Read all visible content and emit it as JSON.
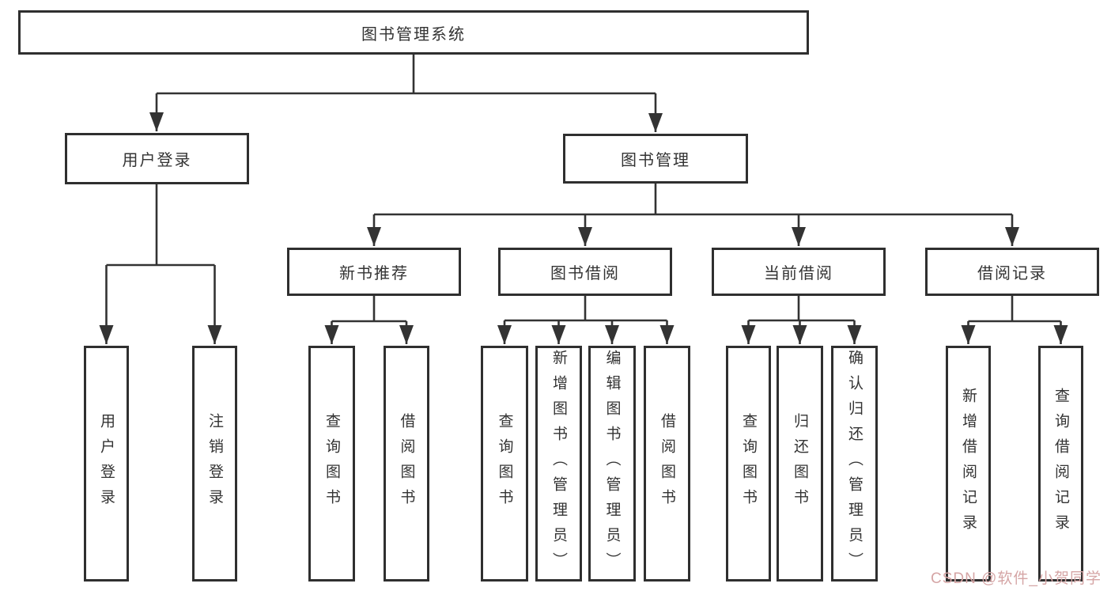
{
  "nodes": {
    "root": "图书管理系统",
    "user_login": "用户登录",
    "book_mgmt": "图书管理",
    "new_book_rec": "新书推荐",
    "book_borrow": "图书借阅",
    "current_borrow": "当前借阅",
    "borrow_records": "借阅记录",
    "ul_login": "用户登录",
    "ul_logout": "注销登录",
    "nbr_query": "查询图书",
    "nbr_borrow": "借阅图书",
    "bb_query": "查询图书",
    "bb_add": "新增图书（管理员）",
    "bb_edit": "编辑图书（管理员）",
    "bb_borrow": "借阅图书",
    "cb_query": "查询图书",
    "cb_return": "归还图书",
    "cb_confirm": "确认归还（管理员）",
    "br_add": "新增借阅记录",
    "br_query": "查询借阅记录"
  },
  "watermark": "CSDN @软件_小贺同学",
  "colors": {
    "line": "#333333",
    "box_border": "#2f2f2f",
    "text": "#333333",
    "watermark": "#d5a5a5",
    "background": "#ffffff"
  }
}
